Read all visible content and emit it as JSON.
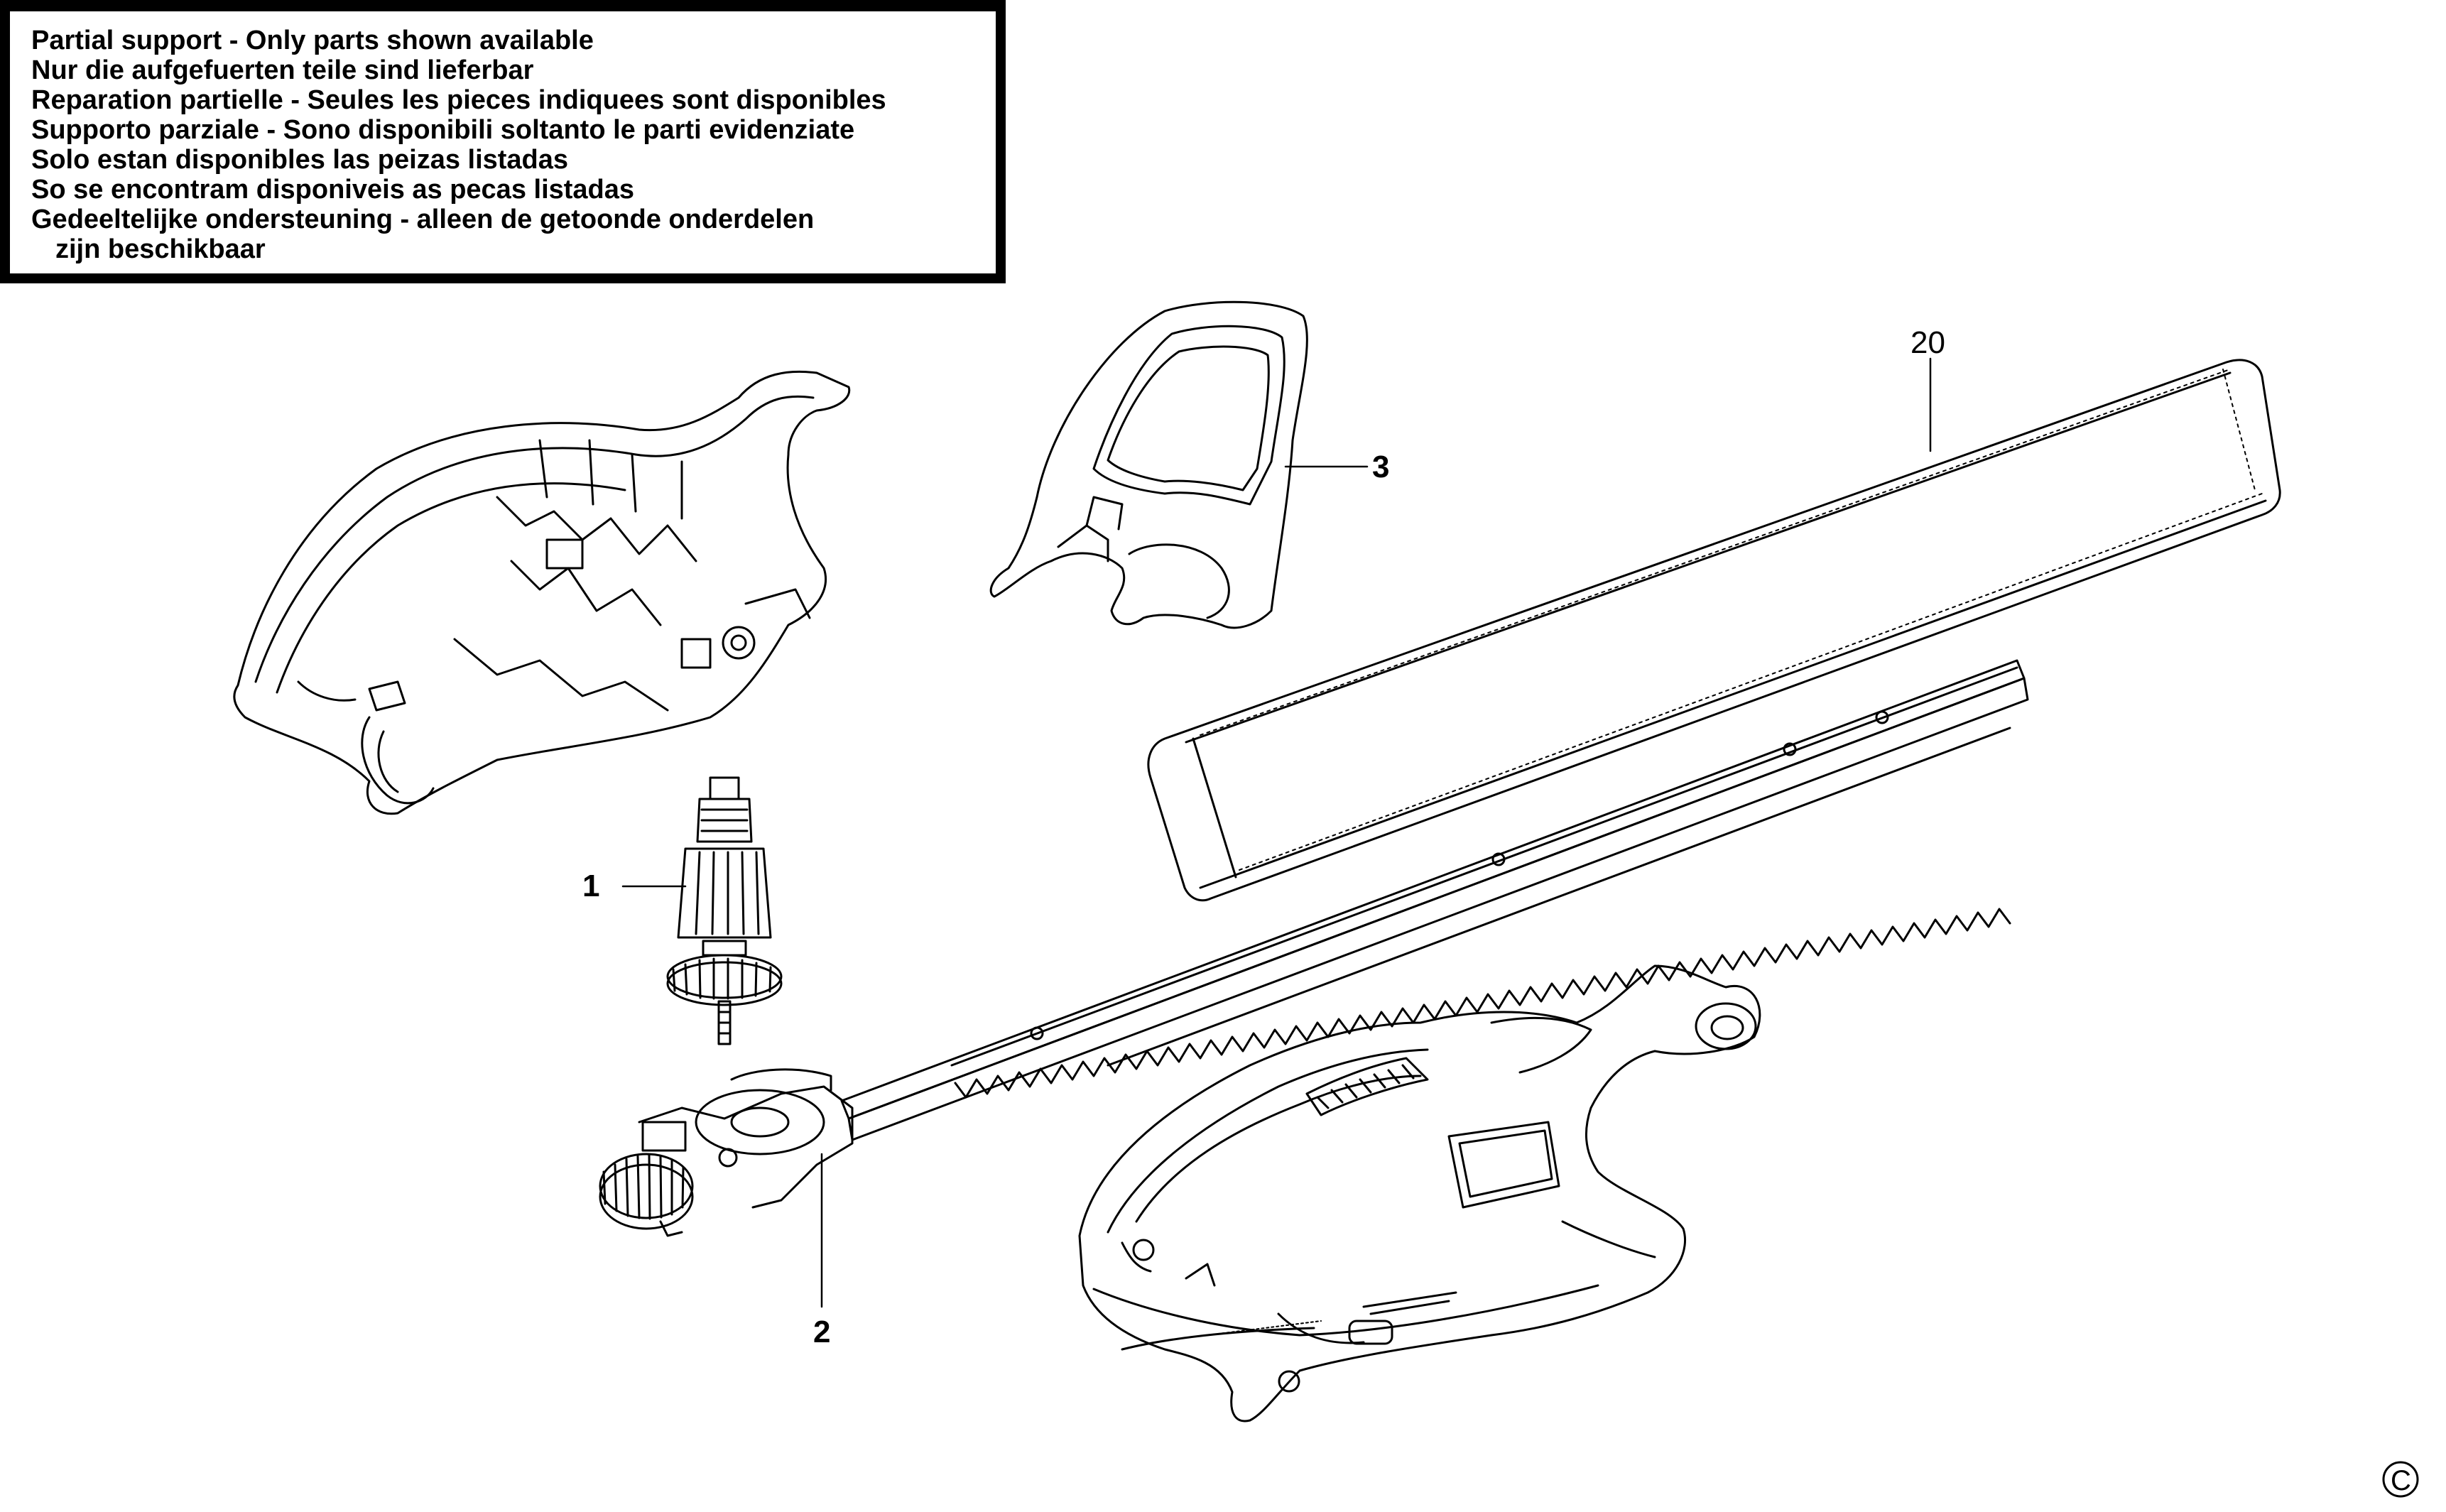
{
  "notice": {
    "lines": [
      "Partial support - Only parts shown available",
      "Nur die aufgefuerten teile sind lieferbar",
      "Reparation partielle - Seules les pieces indiquees sont disponibles",
      "Supporto parziale - Sono disponibili soltanto le parti evidenziate",
      "Solo estan disponibles las peizas listadas",
      "So se encontram disponiveis as pecas listadas",
      "Gedeeltelijke ondersteuning - alleen de getoonde onderdelen",
      "zijn beschikbaar"
    ]
  },
  "callouts": {
    "part_1": "1",
    "part_2": "2",
    "part_3": "3",
    "part_20": "20"
  },
  "copyright_symbol": "C",
  "colors": {
    "line": "#000000",
    "background": "#ffffff"
  }
}
